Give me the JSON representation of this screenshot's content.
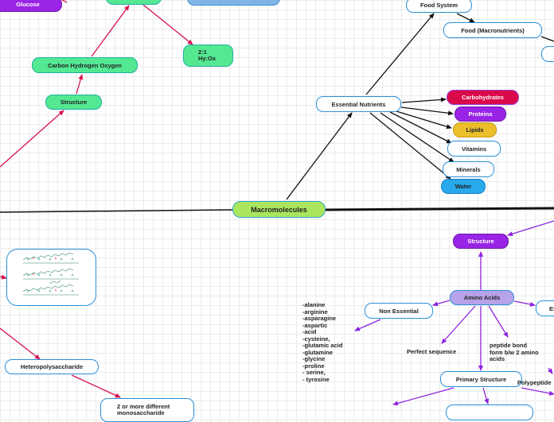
{
  "center": "Macromolecules",
  "left_branch": {
    "structure": "Structure",
    "elements": "Carbon Hydrogen Oxygen",
    "ratio": "2:1\nHy:Ox",
    "glucose": "Glucose",
    "heteropolysaccharide": "Heteropolysaccharide",
    "heteropoly_def": "2 or more different\nmonosaccharide"
  },
  "essential": {
    "title": "Essential Nutrients",
    "food_system": "Food System",
    "food_macro": "Food (Macronutrients)",
    "items": [
      "Carbohydrates",
      "Proteins",
      "Lipids",
      "Vitamins",
      "Minerals",
      "Water"
    ]
  },
  "protein": {
    "structure": "Structure",
    "amino_acids": "Amino Acids",
    "non_essential": "Non Essential",
    "essential_cut": "Es",
    "amino_list": "-alanine\n-arginine\n-asparagine\n-aspartic\n-acid\n-cysteine,\n-glutamic acid\n-glutamine\n-glycine\n-proline\n- serine,\n- tyrosine",
    "perfect_sequence": "Perfect sequence",
    "peptide_bond": "peptide bond\nform b/w 2 amino\nacids",
    "primary_structure": "Primary Structure",
    "polypeptide": "Polypeptide"
  },
  "colors": {
    "red_link": "#d6114e",
    "purple_link": "#8f22e0",
    "black_link": "#111111"
  }
}
